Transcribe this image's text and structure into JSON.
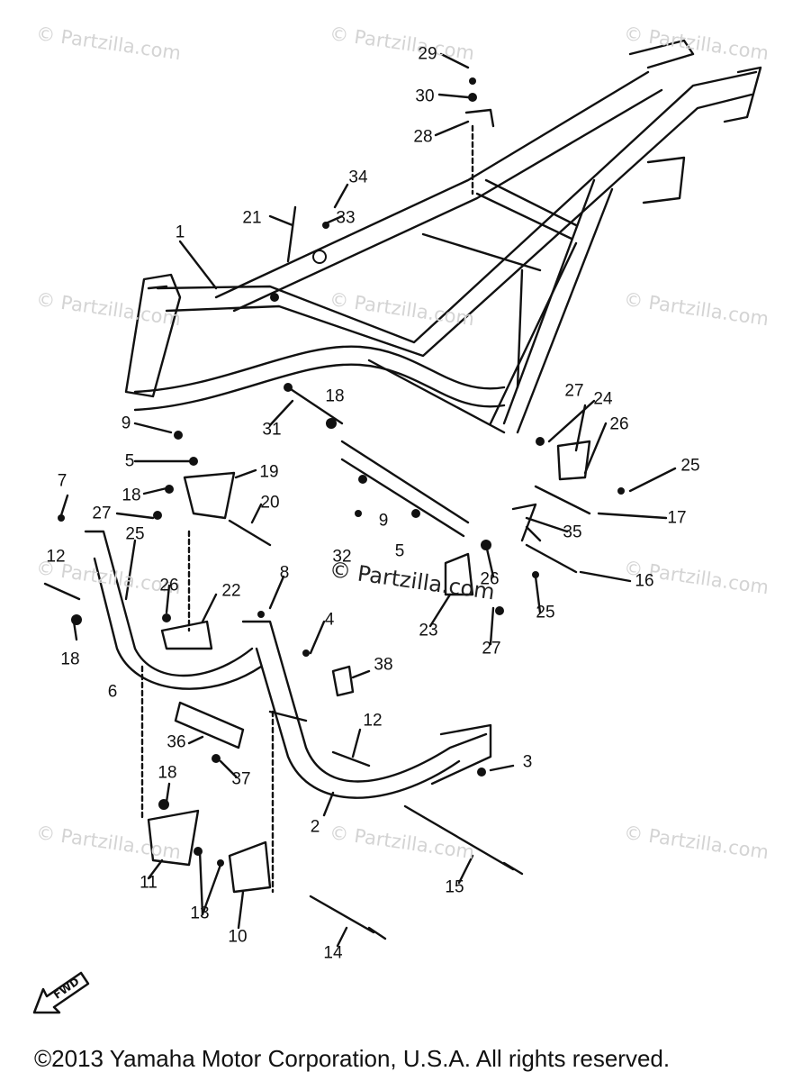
{
  "watermark": "© Partzilla.com",
  "center_watermark": "© Partzilla.com",
  "fwd_label": "FWD",
  "copyright": "©2013  Yamaha Motor Corporation, U.S.A. All rights reserved.",
  "callouts": [
    "1",
    "2",
    "3",
    "4",
    "5",
    "5",
    "6",
    "7",
    "8",
    "9",
    "9",
    "10",
    "11",
    "12",
    "12",
    "13",
    "14",
    "15",
    "16",
    "17",
    "18",
    "18",
    "18",
    "18",
    "19",
    "20",
    "21",
    "22",
    "23",
    "24",
    "25",
    "25",
    "25",
    "26",
    "26",
    "26",
    "27",
    "27",
    "27",
    "28",
    "29",
    "30",
    "31",
    "32",
    "33",
    "34",
    "35",
    "36",
    "37",
    "38"
  ],
  "colors": {
    "ink": "#111111",
    "watermark": "#d4d4d4",
    "background": "#ffffff"
  }
}
